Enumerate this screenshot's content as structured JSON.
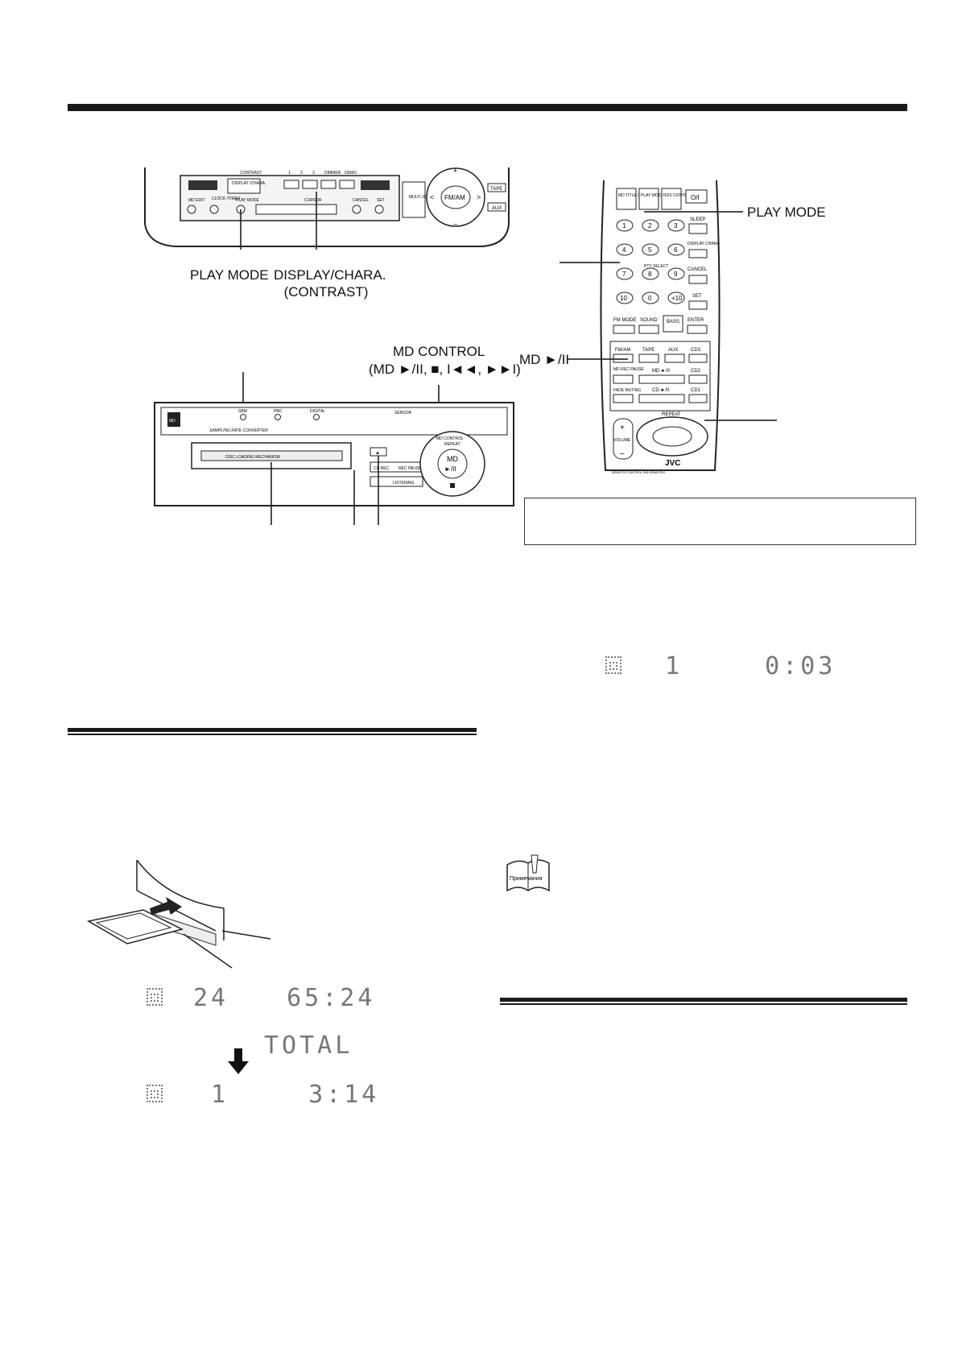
{
  "callouts": {
    "play_mode_unit": "PLAY MODE",
    "display_chara": "DISPLAY/CHARA.",
    "contrast": "(CONTRAST)",
    "md_control": "MD CONTROL",
    "md_control_sub": "(MD ►/II, ■, I◄◄, ►►I)",
    "play_mode_remote": "PLAY MODE",
    "md_play_pause": "MD ►/II"
  },
  "unit_panel": {
    "contrast": "CONTRAST",
    "digit_1": "1",
    "digit_2": "2",
    "digit_3": "3",
    "dimmer": "DIMMER",
    "demo": "DEMO",
    "display_chara": "DISPLAY /CHARA.",
    "md_edit": "MD EDIT",
    "clock_timer": "CLOCK /TIMER",
    "play_mode": "PLAY MODE",
    "cursor": "CURSOR",
    "cancel": "CANCEL",
    "set": "SET",
    "multi_jog": "MULTI JOG",
    "fm_am": "FM/AM",
    "plus": "+",
    "minus": "–",
    "left": "<",
    "right": ">",
    "tape": "TAPE",
    "aux": "AUX"
  },
  "md_deck": {
    "logo": "MD",
    "sbm": "SBM",
    "pbc": "PBC",
    "digital": "DIGITAL",
    "sensor": "SENSOR",
    "sampling": "SAMPLING RATE CONVERTER",
    "md_control": "MD CONTROL",
    "repeat": "REPEAT",
    "md": "MD",
    "play_pause": "►/II",
    "slot_label": "DISC LOADING MECHANISM",
    "eject": "▲",
    "rec_pause": "REC PAUSE",
    "cd_rec": "CD REC",
    "listening": "LISTENING"
  },
  "remote": {
    "md_title_input": "MD TITLE INPUT",
    "play_mode": "PLAY MODE",
    "rds_control": "RDS CONTROL",
    "power": "O/I",
    "sleep": "SLEEP",
    "display_chara": "DISPLAY CHARA",
    "cancel": "CANCEL",
    "set": "SET",
    "ptv_select": "PTY SELECT",
    "fm_mode": "FM MODE",
    "sound": "SOUND",
    "bass": "BASS",
    "enter": "ENTER",
    "fm_am": "FM/AM",
    "tape": "TAPE",
    "aux": "AUX",
    "cd3": "CD3",
    "md_rec_pause": "MD REC PAUSE",
    "md_play": "MD ►/II",
    "cd2": "CD2",
    "fade_muting": "FADE MUTING",
    "cd_play": "CD ►/II",
    "cd1": "CD1",
    "repeat": "REPEAT",
    "volume": "VOLUME",
    "vol_plus": "+",
    "vol_minus": "–",
    "logo": "JVC",
    "model": "REMOTE CONTROL  RM-SEMD7RU",
    "digits": [
      "1",
      "2",
      "3",
      "4",
      "5",
      "6",
      "7",
      "8",
      "9",
      "10",
      "0",
      "+10"
    ]
  },
  "displays": {
    "right_track": "1",
    "right_time": "0:03",
    "total_tracks": "24",
    "total_time": "65:24",
    "total_label": "TOTAL",
    "first_track": "1",
    "first_time": "3:14"
  },
  "note_icon_text": "Примечания"
}
